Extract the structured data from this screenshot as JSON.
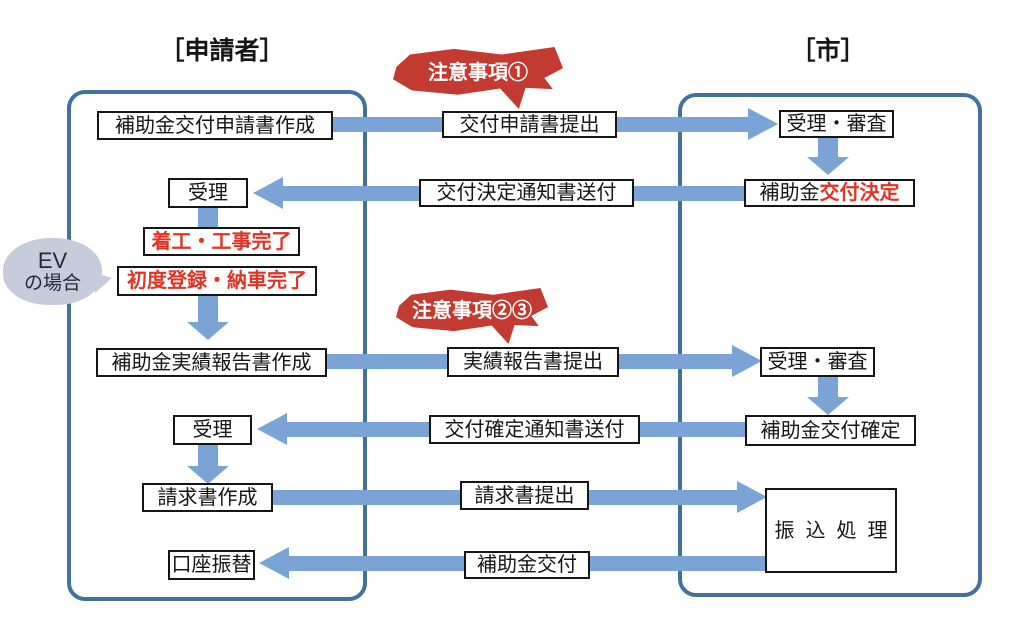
{
  "headers": {
    "applicant": "［申請者］",
    "city": "［市］"
  },
  "notices": {
    "notice1": "注意事項①",
    "notice23": "注意事項②③"
  },
  "ev_case": {
    "line1": "EV",
    "line2": "の場合"
  },
  "applicant_column": {
    "create_application": "補助金交付申請書作成",
    "accept_decision": "受理",
    "construction_complete": "着工・工事完了",
    "registration_complete": "初度登録・納車完了",
    "create_report": "補助金実績報告書作成",
    "accept_confirmation": "受理",
    "create_invoice": "請求書作成",
    "account_transfer": "口座振替"
  },
  "documents": {
    "submit_application": "交付申請書提出",
    "send_decision_notice": "交付決定通知書送付",
    "submit_report": "実績報告書提出",
    "send_confirmation_notice": "交付確定通知書送付",
    "submit_invoice": "請求書提出",
    "grant_payment": "補助金交付"
  },
  "city_column": {
    "review1": "受理・審査",
    "grant_decision_prefix": "補助金",
    "grant_decision_highlight": "交付決定",
    "review2": "受理・審査",
    "grant_confirmation": "補助金交付確定",
    "transfer_processing": "振込処理"
  },
  "colors": {
    "arrow_blue": "#7aa4d6",
    "frame_blue": "#44719c",
    "notice_red": "#c23a30",
    "alert_text_red": "#e03427",
    "ev_bubble_bg": "#c7ccdc"
  }
}
